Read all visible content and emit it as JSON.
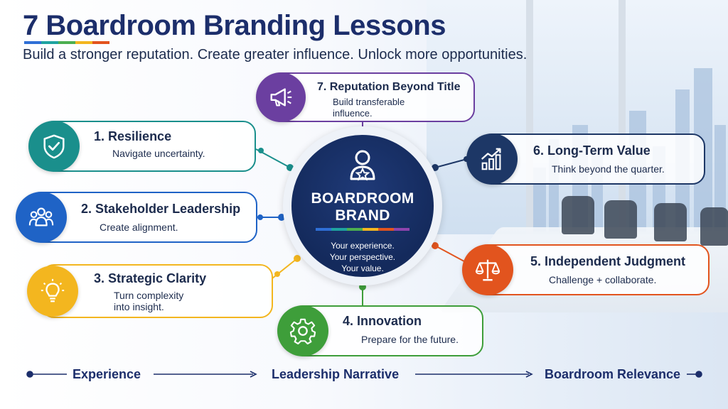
{
  "header": {
    "title": "7 Boardroom Branding Lessons",
    "subtitle": "Build a stronger reputation. Create greater influence. Unlock more opportunities."
  },
  "hub": {
    "title_line1": "BOARDROOM",
    "title_line2": "BRAND",
    "line1": "Your experience.",
    "line2": "Your perspective.",
    "line3": "Your value."
  },
  "lessons": [
    {
      "number": "1.",
      "title": "Resilience",
      "desc": "Navigate uncertainty.",
      "icon": "shield-check-icon",
      "color": "#1a8f8c"
    },
    {
      "number": "2.",
      "title": "Stakeholder Leadership",
      "desc": "Create alignment.",
      "icon": "people-group-icon",
      "color": "#1f63c6"
    },
    {
      "number": "3.",
      "title": "Strategic Clarity",
      "desc_line1": "Turn complexity",
      "desc_line2": "into insight.",
      "icon": "lightbulb-icon",
      "color": "#f3b61f"
    },
    {
      "number": "4.",
      "title": "Innovation",
      "desc": "Prepare for the future.",
      "icon": "gear-icon",
      "color": "#3e9e3a"
    },
    {
      "number": "5.",
      "title": "Independent Judgment",
      "desc": "Challenge + collaborate.",
      "icon": "scales-icon",
      "color": "#e2541e"
    },
    {
      "number": "6.",
      "title": "Long-Term Value",
      "desc": "Think beyond the quarter.",
      "icon": "growth-chart-icon",
      "color": "#1d3766"
    },
    {
      "number": "7.",
      "title": "Reputation Beyond Title",
      "desc_line1": "Build transferable",
      "desc_line2": "influence.",
      "icon": "megaphone-icon",
      "color": "#6b3fa0"
    }
  ],
  "flow": {
    "step1": "Experience",
    "step2": "Leadership Narrative",
    "step3": "Boardroom Relevance"
  },
  "colors": {
    "navy": "#1c2e6b",
    "accent_bar": [
      "#2f6fd6",
      "#1fa3a0",
      "#4caf50",
      "#f3b61f",
      "#e2541e",
      "#8e44ad"
    ]
  }
}
